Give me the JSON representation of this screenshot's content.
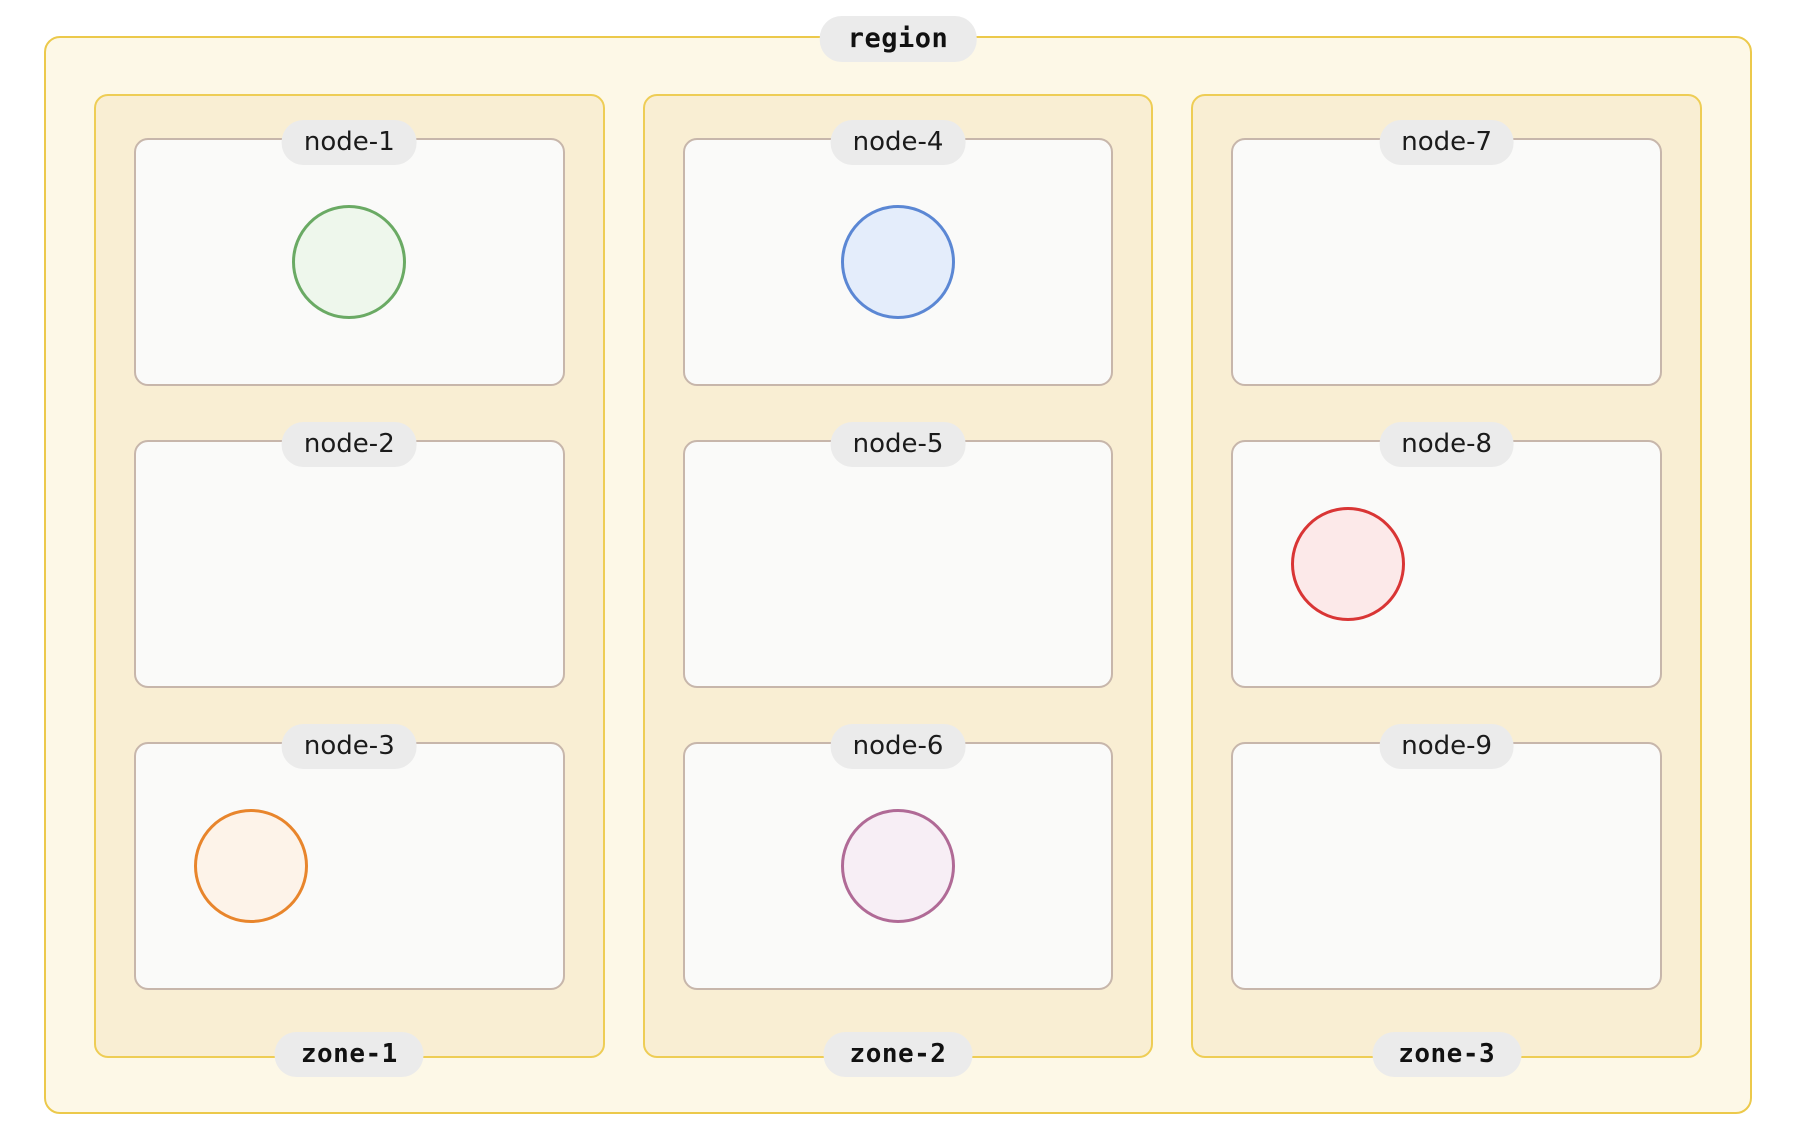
{
  "region": {
    "label": "region",
    "fill": "#fdf8e7",
    "stroke": "#ecc94b"
  },
  "label_pill": {
    "background": "#ebebeb",
    "text_color": "#111111"
  },
  "node_style": {
    "fill": "#fafaf9",
    "stroke": "#c7b6ab"
  },
  "zone_style": {
    "fill": "#f9eed3",
    "stroke": "#eecd55"
  },
  "zones": [
    {
      "label": "zone-1",
      "nodes": [
        {
          "label": "node-1",
          "marker": {
            "present": true,
            "shape": "circle",
            "stroke": "#6aaa64",
            "fill": "#eef7ec",
            "position": "center"
          }
        },
        {
          "label": "node-2",
          "marker": {
            "present": false,
            "shape": null,
            "stroke": null,
            "fill": null,
            "position": null
          }
        },
        {
          "label": "node-3",
          "marker": {
            "present": true,
            "shape": "circle",
            "stroke": "#e8852c",
            "fill": "#fdf3e9",
            "position": "left"
          }
        }
      ]
    },
    {
      "label": "zone-2",
      "nodes": [
        {
          "label": "node-4",
          "marker": {
            "present": true,
            "shape": "circle",
            "stroke": "#5b87d4",
            "fill": "#e4edfb",
            "position": "center"
          }
        },
        {
          "label": "node-5",
          "marker": {
            "present": false,
            "shape": null,
            "stroke": null,
            "fill": null,
            "position": null
          }
        },
        {
          "label": "node-6",
          "marker": {
            "present": true,
            "shape": "circle",
            "stroke": "#b06a96",
            "fill": "#f7eef5",
            "position": "center"
          }
        }
      ]
    },
    {
      "label": "zone-3",
      "nodes": [
        {
          "label": "node-7",
          "marker": {
            "present": false,
            "shape": null,
            "stroke": null,
            "fill": null,
            "position": null
          }
        },
        {
          "label": "node-8",
          "marker": {
            "present": true,
            "shape": "circle",
            "stroke": "#d93535",
            "fill": "#fce9e9",
            "position": "left"
          }
        },
        {
          "label": "node-9",
          "marker": {
            "present": false,
            "shape": null,
            "stroke": null,
            "fill": null,
            "position": null
          }
        }
      ]
    }
  ]
}
